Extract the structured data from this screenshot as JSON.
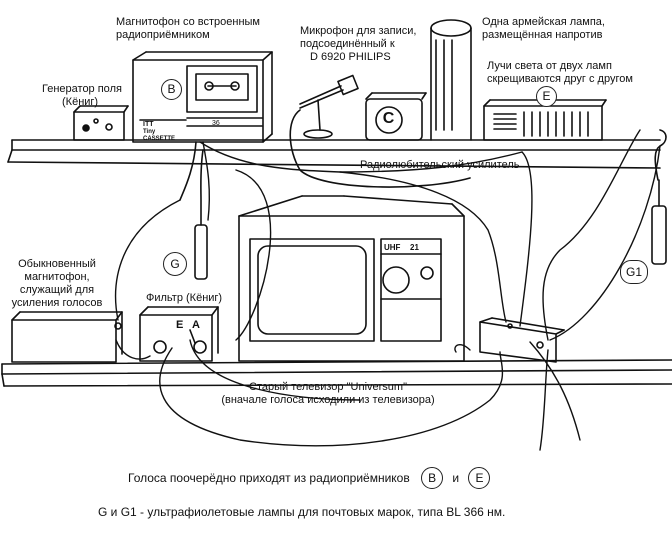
{
  "labels": {
    "generator": [
      "Генератор поля",
      "(Кёниг)"
    ],
    "tape_radio": [
      "Магнитофон со встроенным",
      "радиоприёмником"
    ],
    "microphone": [
      "Микрофон для записи,",
      "подсоединённый к",
      "D 6920 PHILIPS"
    ],
    "army_lamp": [
      "Одна армейская лампа,",
      "размещённая напротив"
    ],
    "beams": [
      "Лучи света от двух ламп",
      "скрещиваются друг с другом"
    ],
    "amplifier": "Радиолюбительский усилитель",
    "ordinary_tape": [
      "Обыкновенный",
      "магнитофон,",
      "служащий для",
      "усиления голосов"
    ],
    "filter": "Фильтр (Кёниг)",
    "tv": [
      "Старый телевизор \"Universum\"",
      "(вначале голоса исходили из телевизора)"
    ]
  },
  "markers": {
    "b": "B",
    "c": "C",
    "e": "E",
    "g": "G",
    "g1": "G1"
  },
  "device_text": {
    "itt_line1": "ITT",
    "itt_line2": "Tiny",
    "itt_line3": "CASSETTE",
    "tape_counter": "36",
    "uhf": "UHF",
    "channel": "21",
    "filter_e": "E",
    "filter_a": "A"
  },
  "caption": {
    "voices_prefix": "Голоса поочерёдно приходят из радиоприёмников",
    "voices_and": "и",
    "lamps_note": "G и G1 - ультрафиолетовые лампы для почтовых марок, типа BL 366 нм."
  }
}
